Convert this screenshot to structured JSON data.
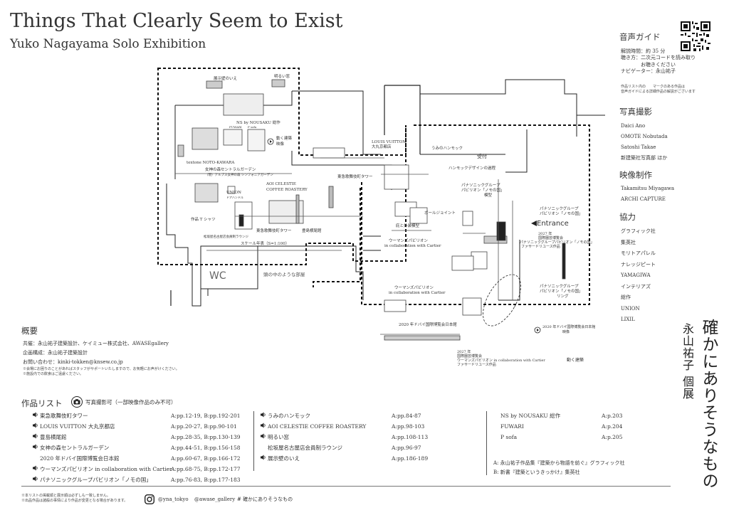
{
  "header": {
    "title": "Things That Clearly Seem to Exist",
    "subtitle": "Yuko Nagayama Solo Exhibition"
  },
  "vertical_title": {
    "main": "確かにありそうなもの",
    "sub": "永山祐子 個展"
  },
  "audio_guide": {
    "heading": "音声ガイド",
    "lines": [
      "解説時間：約 35 分",
      "聴き方：二次元コードを読み取り",
      "　　　　お聴きください",
      "ナビゲーター：永山祐子"
    ],
    "note_lines": [
      "作品リスト内の　　マークのある作品は",
      "音声ガイドによる詳細作品の解説がございます"
    ]
  },
  "photo": {
    "heading": "写真撮影",
    "names": [
      "Daici Ano",
      "OMOTE Nobutada",
      "Satoshi Takae",
      "新建築社写真部 ほか"
    ]
  },
  "video": {
    "heading": "映像制作",
    "names": [
      "Takamitsu Miyagawa",
      "ARCHI CAPTURE"
    ]
  },
  "cooperation": {
    "heading": "協力",
    "names": [
      "グラフィック社",
      "集英社",
      "モリトアパレル",
      "ナレッジピート",
      "YAMAGIWA",
      "インテリアズ",
      "総作",
      "UNION",
      "LIXIL"
    ]
  },
  "overview": {
    "heading": "概要",
    "lines": [
      "共催：永山祐子建築設計、ケイミュー株式会社、AWASEgallery",
      "企画構成：永山祐子建築設計",
      "お問い合わせ：kinki-tokken@knsew.co.jp"
    ],
    "notes": [
      "※会場にお困りのことがあればスタッフがサポートいたしますので、お気軽にお声がけください。",
      "※施設内での飲食はご遠慮ください。"
    ]
  },
  "works_list": {
    "heading": "作品リスト",
    "photo_note": "写真撮影可（一部映像作品のみ不可）",
    "col1": [
      {
        "name": "東急歌舞伎町タワー",
        "pages": "A:pp.12-19,  B:pp.192-201",
        "audio": true
      },
      {
        "name": "LOUIS VUITTON 大丸京都店",
        "pages": "A:pp.20-27,  B:pp.90-101",
        "audio": true
      },
      {
        "name": "豊島横尾館",
        "pages": "A:pp.28-35,  B:pp.130-139",
        "audio": true
      },
      {
        "name": "女神の森セントラルガーデン",
        "pages": "A:pp.44-51,  B:pp.156-158",
        "audio": true
      },
      {
        "name": "2020 年ドバイ国際博覧会日本館",
        "pages": "A:pp.60-67,  B:pp.166-172",
        "audio": false
      },
      {
        "name": "ウーマンズパビリオン in collaboration with Cartier",
        "pages": "A:pp.68-75,  B:pp.172-177",
        "audio": true
      },
      {
        "name": "パナソニックグループパビリオン「ノモの国」",
        "pages": "A:pp.76-83,  B:pp.177-183",
        "audio": true
      }
    ],
    "col2": [
      {
        "name": "うみのハンモック",
        "pages": "A:pp.84-87",
        "audio": true
      },
      {
        "name": "AOI CELESTIE COFFEE ROASTERY",
        "pages": "A:pp.98-103",
        "audio": true
      },
      {
        "name": "明るい窓",
        "pages": "A:pp.108-113",
        "audio": true
      },
      {
        "name": "松坂屋名古屋店会員制ラウンジ",
        "pages": "A:pp.96-97",
        "audio": false
      },
      {
        "name": "展示壁のいえ",
        "pages": "A:pp.186-189",
        "audio": true
      }
    ],
    "col3": [
      {
        "name": "NS by NOUSAKU 総作",
        "pages": "A:p.203"
      },
      {
        "name": "FUWARI",
        "pages": "A:p.204"
      },
      {
        "name": "P sofa",
        "pages": "A:p.205"
      }
    ],
    "references": [
      "A: 永山祐子作品集『建築から物語を紡ぐ』グラフィック社",
      "B: 新書『建築というきっかけ』集英社"
    ]
  },
  "footer": {
    "notes": [
      "※本リストの掲載順と展示順は必ずしも一致しません。",
      "※出品作品は諸般の事情により作品が変更となる場合があります。"
    ],
    "instagram": "@yna_tokyo",
    "gallery": "@awase_gallery",
    "hashtag": "# 確かにありそうなもの"
  },
  "map": {
    "labels": {
      "wall_house": "展示壁のいえ",
      "bright_window": "明るい窓",
      "ns_nousaku": "NS by NOUSAKU 総作",
      "moving_arch": "動く建築",
      "moving_arch2": "映像",
      "fuwari": "FUWARI",
      "psofa": "P sofa",
      "noto_kawara": "textone NOTO-KAWARA",
      "lv_1": "LOUIS VUITTON",
      "lv_2": "大丸京都店",
      "umi": "うみのハンモック",
      "uketsuke": "受付",
      "goddess_1": "女神の森セントラルガーデン",
      "goddess_2": "（現）アルプス女神の森 シンフォニアガーデン",
      "aoi_1": "AOI CELESTIE",
      "aoi_2": "COFFEE ROASTERY",
      "union_1": "UNION",
      "union_2": "ドアハンドル",
      "tshirt": "作品 T シャツ",
      "matsuzakaya": "松坂屋名古屋店会員制ラウンジ",
      "kabuki_tower": "東急歌舞伎町タワー",
      "kabuki_model": "東急歌舞伎町タワー",
      "teshima": "豊島横尾館",
      "scale": "スケール年表（S=1:100）",
      "hammock_process": "ハンモックデザインの過程",
      "panasonic_1": "パナソニックグループ",
      "panasonic_2": "パビリオン「ノモの国」",
      "panasonic_3": "模型",
      "ball_joint": "ボールジョイント",
      "facade_model": "庇と外装模型",
      "panasonic_b1": "パナソニックグループ",
      "panasonic_b2": "パビリオン「ノモの国」",
      "entrance": "Entrance",
      "expo2027_1": "2027 年",
      "expo2027_2": "国際園芸博覧会",
      "expo2027_3": "パナソニックグループパビリオン「ノモの国」",
      "expo2027_4": "ファサードリユース作品",
      "womans_1": "ウーマンズパビリオン",
      "womans_2": "in collaboration with Cartier",
      "womans_b1": "ウーマンズパビリオン",
      "womans_b2": "in collaboration with Cartier",
      "panasonic_c1": "パナソニックグループ",
      "panasonic_c2": "パビリオン「ノモの国」",
      "panasonic_c3": "リング",
      "dubai": "2020 年ドバイ国際博覧会日本館",
      "dubai_video_1": "2020 年ドバイ国際博覧会日本館",
      "dubai_video_2": "映像",
      "expo2027b_1": "2027 年",
      "expo2027b_2": "国際園芸博覧会",
      "expo2027b_3": "ウーマンズパビリオン in collaboration with Cartier",
      "expo2027b_4": "ファサードリユース作品",
      "moving_arch_room": "動く建築",
      "wc": "WC",
      "room_forest": "頭の中のような部屋"
    }
  },
  "colors": {
    "text": "#333333",
    "dashed_line": "#111111"
  }
}
